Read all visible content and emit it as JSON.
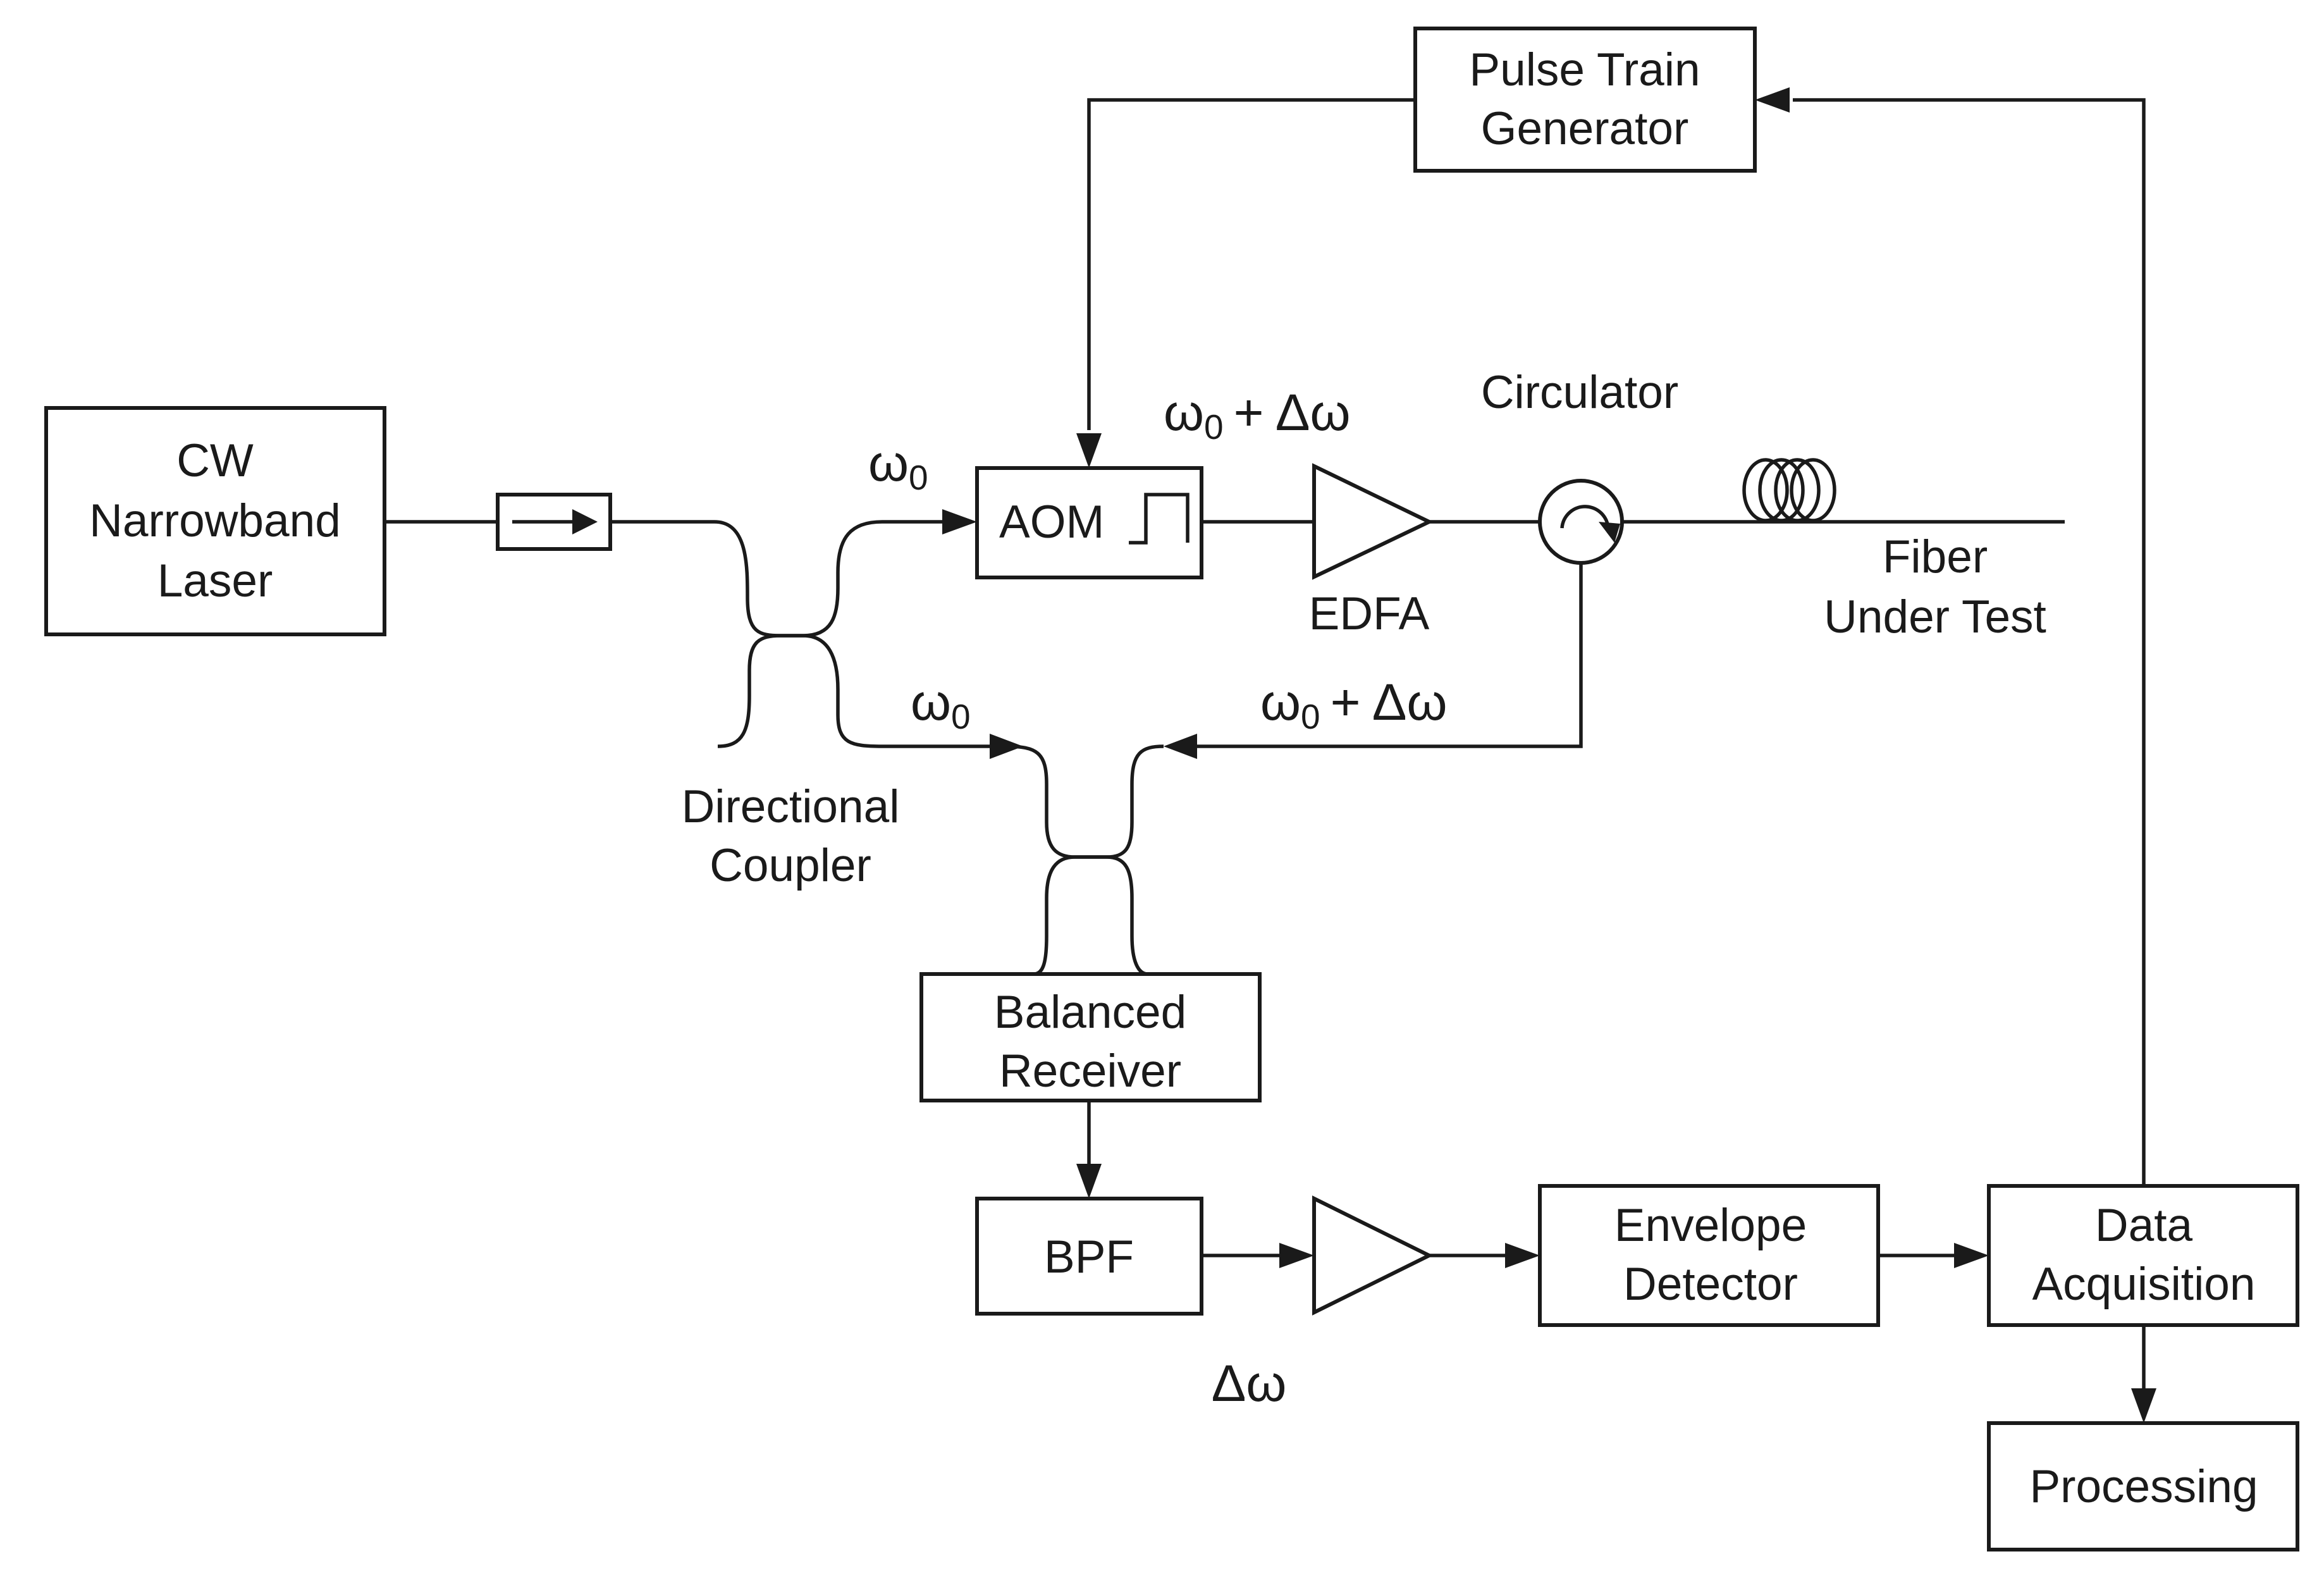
{
  "blocks": {
    "laser": [
      "CW",
      "Narrowband",
      "Laser"
    ],
    "aom": "AOM",
    "edfa": "EDFA",
    "circulator": "Circulator",
    "fiber": [
      "Fiber",
      "Under Test"
    ],
    "pulse_generator": [
      "Pulse Train",
      "Generator"
    ],
    "coupler": [
      "Directional",
      "Coupler"
    ],
    "receiver": [
      "Balanced",
      "Receiver"
    ],
    "bpf": "BPF",
    "envelope_detector": [
      "Envelope",
      "Detector"
    ],
    "data_acquisition": [
      "Data",
      "Acquisition"
    ],
    "processing": "Processing"
  },
  "signals": {
    "omega": "ω",
    "zero": "0",
    "plus_delta": "+ Δω",
    "delta_omega": "Δω"
  },
  "colors": {
    "ink": "#1a1a1a",
    "background": "#ffffff"
  }
}
